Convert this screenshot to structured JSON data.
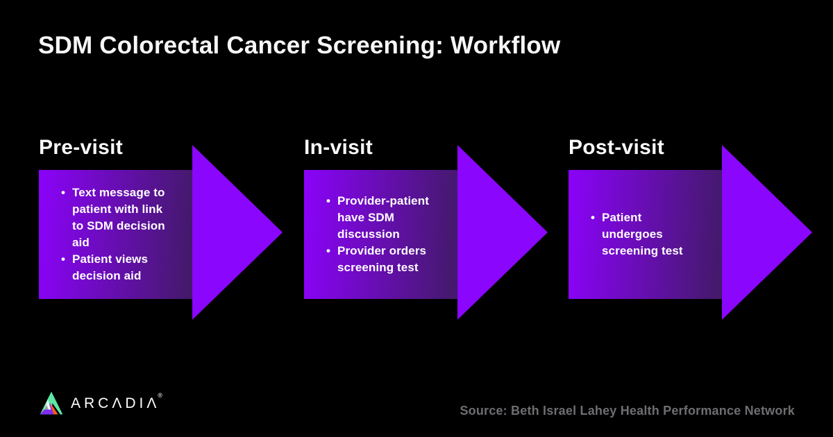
{
  "theme": {
    "background": "#000000",
    "accent_purple": "#8A06FC",
    "gradient_start": "#8B02FA",
    "gradient_end": "#421A68",
    "title_color": "#F7F7F7",
    "text_color": "#FFFFFF",
    "source_color": "#6E6E72",
    "logo_green": "#5CE8A4",
    "logo_purple": "#7F2BEF",
    "logo_orange": "#FF5A1E",
    "logo_white": "#EDF7F1",
    "logo_gray": "#9BA3AB"
  },
  "header": {
    "title": "SDM Colorectal Cancer Screening: Workflow"
  },
  "stages": [
    {
      "label": "Pre-visit",
      "bullets": [
        "Text message to patient with link to SDM decision aid",
        "Patient views decision aid"
      ]
    },
    {
      "label": "In-visit",
      "bullets": [
        "Provider-patient have SDM discussion",
        "Provider orders screening test"
      ]
    },
    {
      "label": "Post-visit",
      "bullets": [
        "Patient undergoes screening test"
      ]
    }
  ],
  "footer": {
    "logo_wordmark": "ARCΛDIΛ",
    "registered_mark": "®",
    "source": "Source: Beth Israel Lahey Health Performance Network"
  }
}
